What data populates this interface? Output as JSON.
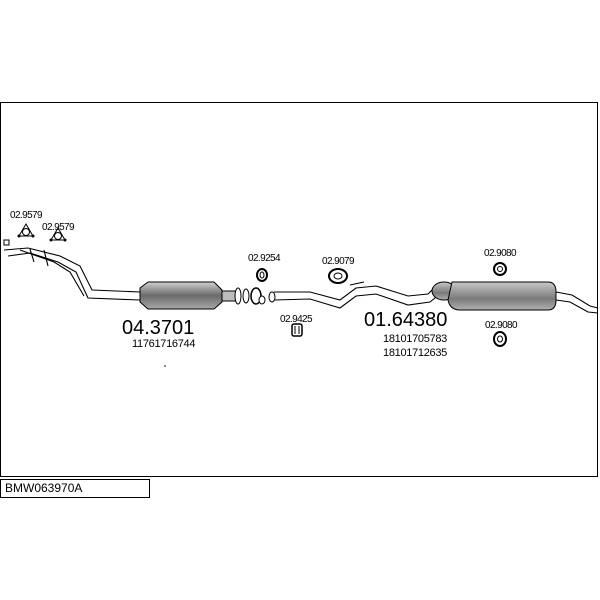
{
  "catalog_code": "BMW063970A",
  "parts": [
    {
      "id": "clamp_1",
      "number": "02.9579"
    },
    {
      "id": "clamp_2",
      "number": "02.9579"
    },
    {
      "id": "front_section",
      "number": "04.3701",
      "oe": [
        "11761716744"
      ]
    },
    {
      "id": "gasket_1",
      "number": "02.9254"
    },
    {
      "id": "gasket_2",
      "number": "02.9425"
    },
    {
      "id": "hanger_1",
      "number": "02.9079"
    },
    {
      "id": "rear_section",
      "number": "01.64380",
      "oe": [
        "18101705783",
        "18101712635"
      ]
    },
    {
      "id": "hanger_2",
      "number": "02.9080"
    },
    {
      "id": "hanger_3",
      "number": "02.9080"
    }
  ],
  "colors": {
    "line": "#000000",
    "part_fill": "#9a9a9a",
    "background": "#ffffff"
  }
}
